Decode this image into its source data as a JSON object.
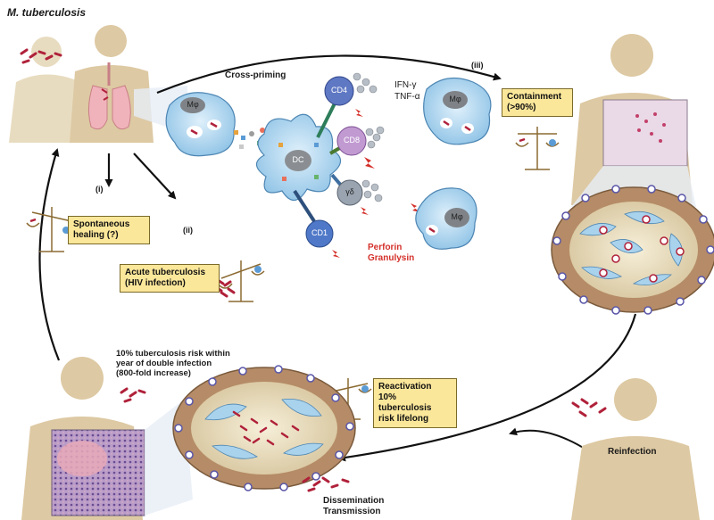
{
  "title": "M. tuberculosis",
  "pathways": {
    "i": "(i)",
    "ii": "(ii)",
    "iii": "(iii)"
  },
  "boxes": {
    "spontaneous": [
      "Spontaneous",
      "healing (?)"
    ],
    "acute": [
      "Acute tuberculosis",
      "(HIV infection)"
    ],
    "containment": [
      "Containment",
      "(>90%)"
    ],
    "reactivation": [
      "Reactivation",
      "10% tuberculosis",
      "risk lifelong"
    ]
  },
  "labels": {
    "cross_priming": "Cross-priming",
    "cytokines": [
      "IFN-γ",
      "TNF-α"
    ],
    "perforin": [
      "Perforin",
      "Granulysin"
    ],
    "risk_note": [
      "10% tuberculosis risk within",
      "year of double infection",
      "(800-fold increase)"
    ],
    "reinfection": "Reinfection",
    "dissemination": [
      "Dissemination",
      "Transmission"
    ]
  },
  "cells": {
    "macrophage": "Mφ",
    "dendritic": "DC",
    "cd4": "CD4",
    "cd8": "CD8",
    "gd": "γδ",
    "cd1": "CD1"
  },
  "colors": {
    "person": "#ddc9a3",
    "cell": "#a9d2ec",
    "box": "#fbe79a",
    "bacteria": "#b0213a",
    "arrow": "#111111",
    "granuloma_outer": "#b58c67",
    "text_red": "#d4302a"
  }
}
